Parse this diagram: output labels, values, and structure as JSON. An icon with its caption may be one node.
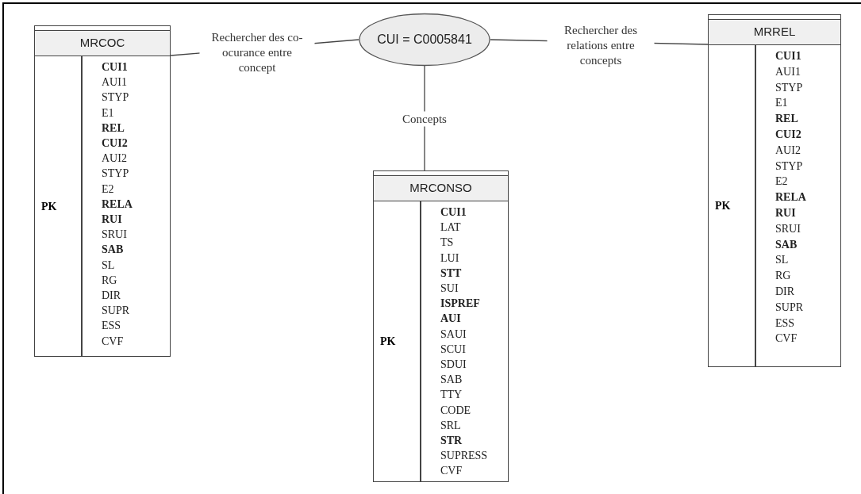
{
  "diagram": {
    "nodes": [
      {
        "text": [
          "CUI = C0005841"
        ]
      },
      {
        "text": [
          "MRCOC",
          "PK",
          "**CUI1** AUI1 STYP E1 **REL** **CUI2** AUI2 STYP E2 **RELA** **RUI** SRUI **SAB** SL RG DIR SUPR ESS CVF"
        ]
      },
      {
        "text": [
          "MRCONSO",
          "PK",
          "**CUI1** LAT TS LUI **STT** SUI **ISPREF** **AUI** SAUI SCUI SDUI SAB TTY CODE SRL **STR** SUPRESS CVF"
        ]
      },
      {
        "text": [
          "MRREL",
          "PK",
          "**CUI1** AUI1 STYP E1 **REL** **CUI2** AUI2 STYP E2 **RELA** **RUI** SRUI **SAB** SL RG DIR SUPR ESS CVF"
        ]
      }
    ],
    "edges": [
      {
        "from": 0,
        "to": 1,
        "arrow": "none",
        "label": "Rechercher des co-ocurance entre concept"
      },
      {
        "from": 0,
        "to": 2,
        "arrow": "none",
        "label": "Concepts"
      },
      {
        "from": 0,
        "to": 3,
        "arrow": "none",
        "label": "Rechercher des relations entre concepts"
      }
    ]
  }
}
